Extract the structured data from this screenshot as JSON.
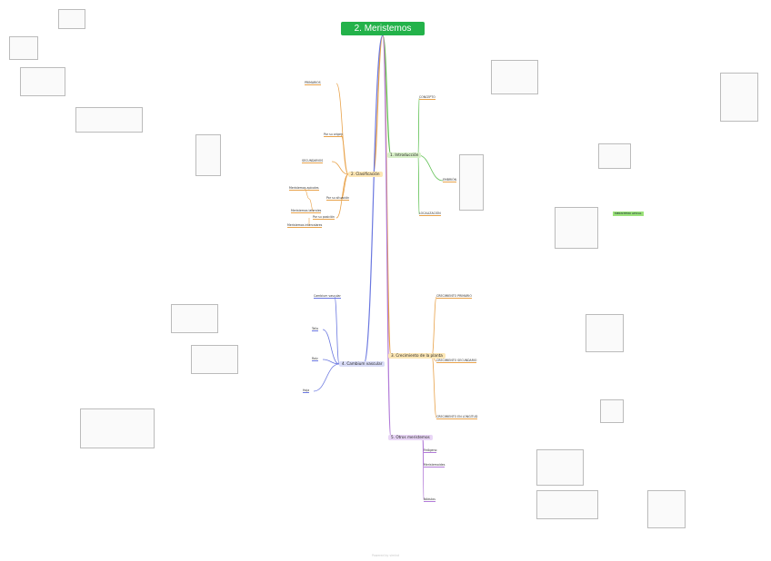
{
  "title": "2. Meristemos",
  "topics": {
    "introduccion": "1. Introducción",
    "clasificacion": "2. Clasificación",
    "crecimiento": "3. Crecimiento de la planta",
    "cambium": "4. Cambium vascular",
    "otros": "5. Otros meristemos"
  },
  "subtopics": {
    "concepto": "CONCEPTO",
    "localizacion": "LOCALIZACIÓN",
    "embrion": "EMBRIÓN",
    "primarios": "PRIMARIOS",
    "origen": "Por su origen",
    "secundarios": "SECUNDARIOS",
    "situacion": "Por su situación",
    "posicion": "Por su posición",
    "apicales": "Meristemos apicales",
    "laterales": "Meristemos laterales",
    "intercalares": "Meristemos intercalares",
    "crec_primario": "CRECIMIENTO PRIMARIO",
    "crec_secundario": "CRECIMIENTO SECUNDARIO",
    "crec_longitud": "CRECIMIENTO EN LONGITUD",
    "tallo": "Tallo",
    "raiz": "Raíz",
    "hoja": "Hoja",
    "cambium_concepto": "Cambium vascular",
    "felogeno": "Felógeno",
    "meristemoides": "Meristemoides",
    "nodulos": "Nódulos"
  },
  "badge": "MERISTEMO APICAL",
  "footer": "Powered by simind"
}
